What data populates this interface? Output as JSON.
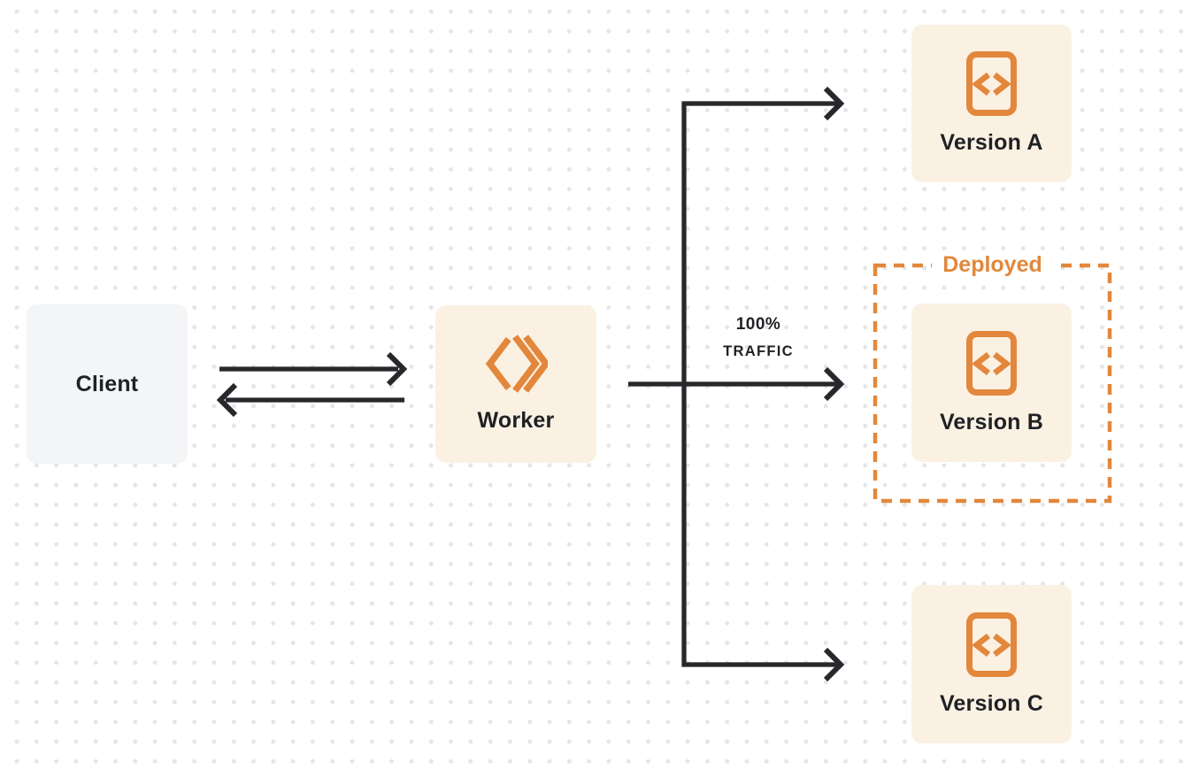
{
  "diagram": {
    "type": "flow-diagram",
    "nodes": {
      "client": {
        "label": "Client"
      },
      "worker": {
        "label": "Worker"
      },
      "version_a": {
        "label": "Version A"
      },
      "version_b": {
        "label": "Version B"
      },
      "version_c": {
        "label": "Version C"
      }
    },
    "annotations": {
      "deployed_label": "Deployed",
      "traffic": {
        "line1": "100%",
        "line2": "TRAFFIC"
      }
    },
    "edges": [
      {
        "from": "client",
        "to": "worker",
        "style": "arrow-right"
      },
      {
        "from": "worker",
        "to": "client",
        "style": "arrow-left"
      },
      {
        "from": "worker",
        "to": "version_a",
        "style": "arrow"
      },
      {
        "from": "worker",
        "to": "version_b",
        "style": "arrow",
        "label": "100% TRAFFIC"
      },
      {
        "from": "worker",
        "to": "version_c",
        "style": "arrow"
      }
    ],
    "icons": {
      "worker_icon": "workers-double-chevron",
      "version_icon": "code-file-angle-brackets"
    }
  },
  "colors": {
    "accent": "#E2873B",
    "node-cream": "#FAF1E3",
    "node-gray": "#F4F5F7",
    "ink": "#27282B",
    "text": "#1F2124",
    "dot": "#E4E5E7",
    "bg": "#FFFFFF"
  }
}
